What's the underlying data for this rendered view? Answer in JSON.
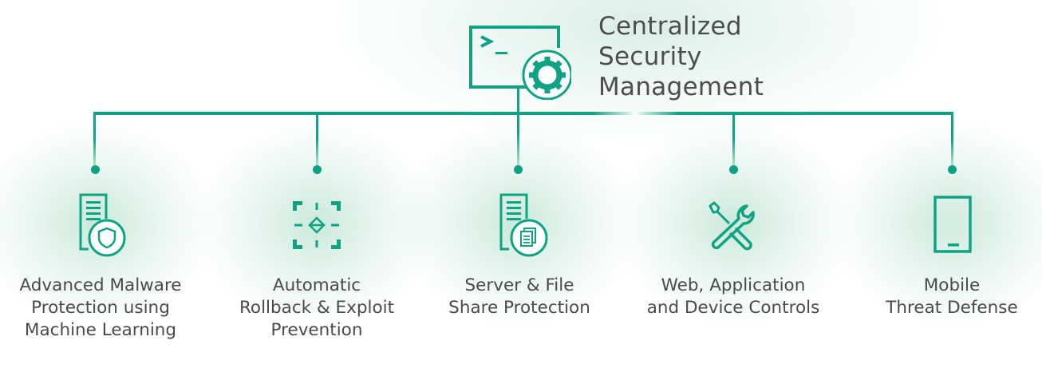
{
  "header": {
    "title_lines": [
      "Centralized",
      "Security",
      "Management"
    ],
    "icon": "terminal-gear-icon"
  },
  "colors": {
    "accent": "#0fa383",
    "text": "#4a4a4a"
  },
  "features": [
    {
      "icon": "server-shield-icon",
      "label_lines": [
        "Advanced Malware",
        "Protection using",
        "Machine Learning"
      ]
    },
    {
      "icon": "scan-target-icon",
      "label_lines": [
        "Automatic",
        "Rollback & Exploit",
        "Prevention"
      ]
    },
    {
      "icon": "server-files-icon",
      "label_lines": [
        "Server & File",
        "Share Protection"
      ]
    },
    {
      "icon": "wrench-screwdriver-icon",
      "label_lines": [
        "Web, Application",
        "and Device Controls"
      ]
    },
    {
      "icon": "mobile-phone-icon",
      "label_lines": [
        "Mobile",
        "Threat Defense"
      ]
    }
  ]
}
